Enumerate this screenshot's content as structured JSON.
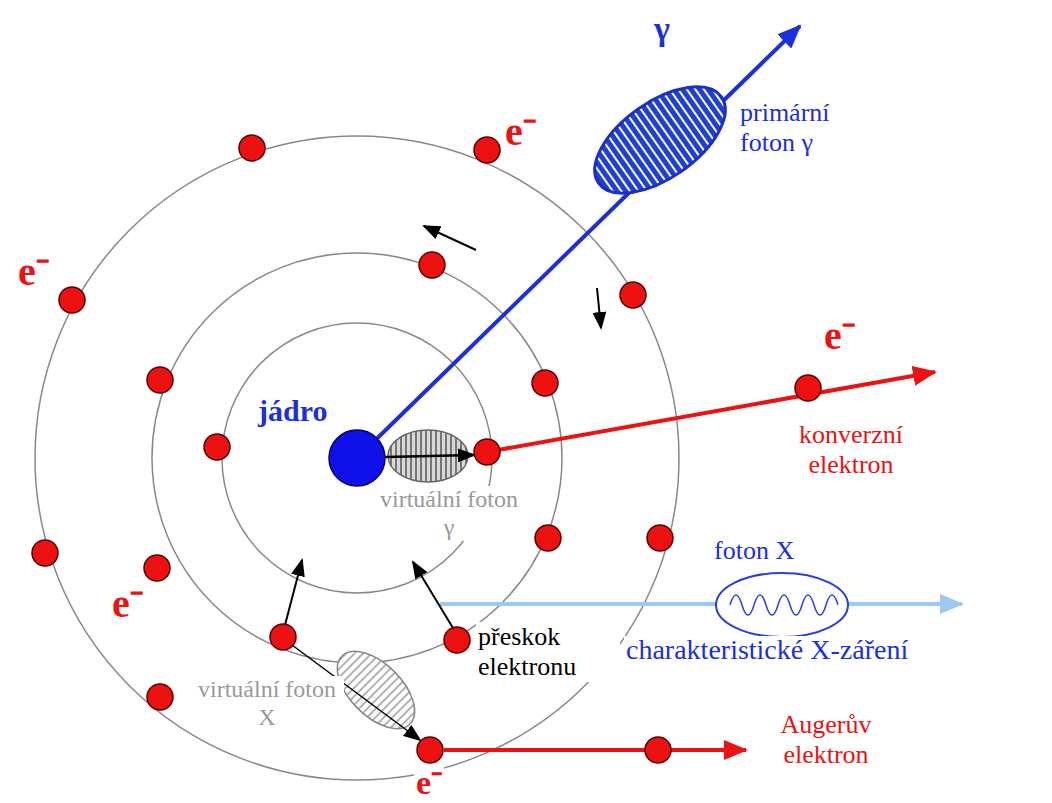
{
  "diagram": {
    "labels": [
      "γ",
      "e⁻",
      "primární foton γ",
      "e⁻",
      "e⁻",
      "jádro",
      "konverzní elektron",
      "virtuální foton γ",
      "foton X",
      "e⁻",
      "přeskok elektronu",
      "charakteristické X-záření",
      "virtuální foton X",
      "Augerův elektron",
      "e⁻"
    ]
  }
}
